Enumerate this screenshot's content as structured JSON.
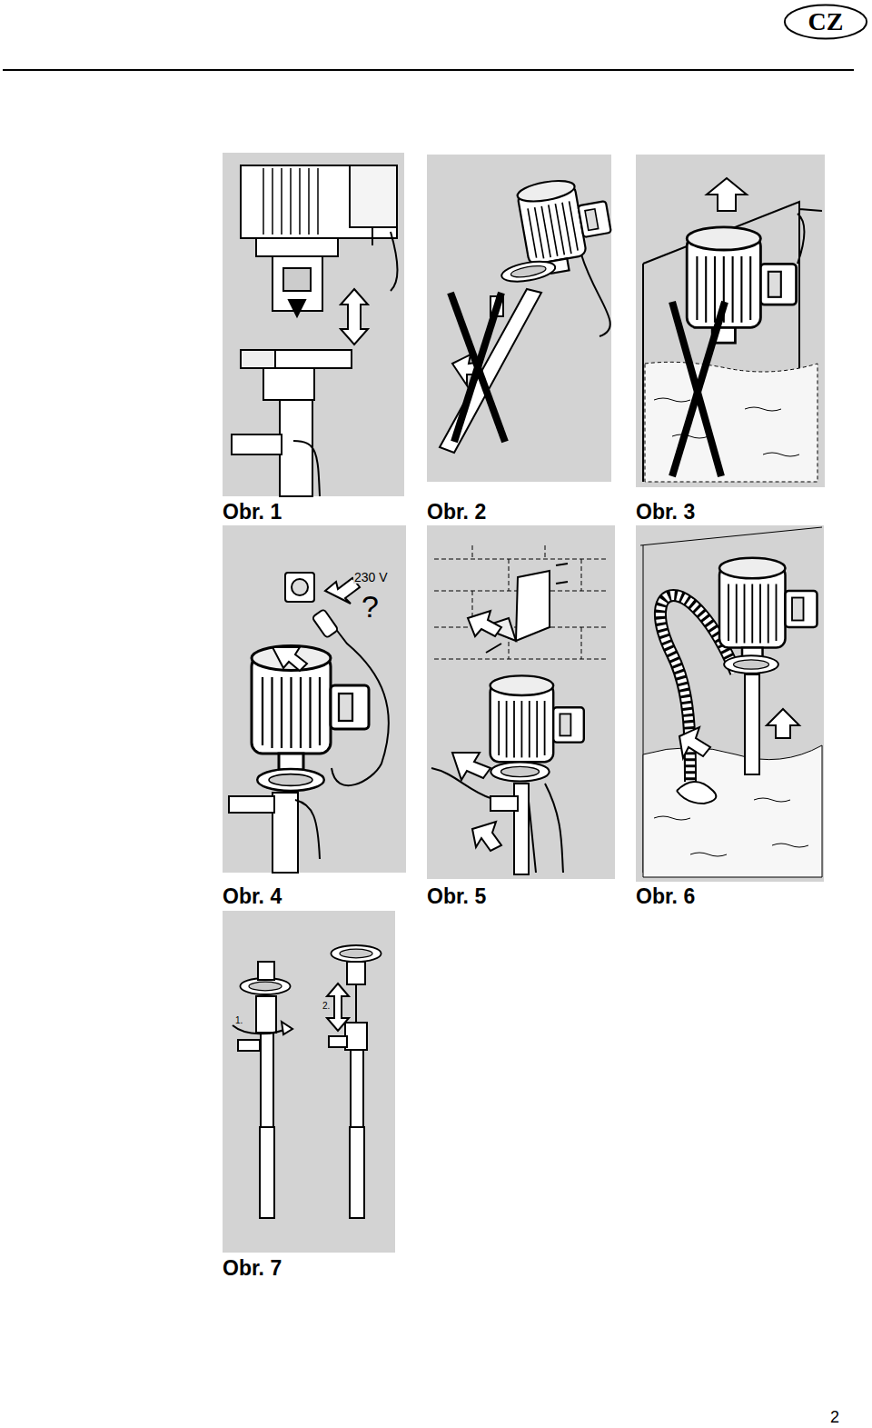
{
  "diagram": {
    "nodes": [
      {
        "text": [
          "CZ"
        ]
      }
    ],
    "labels": [
      "Obr. 1",
      "Obr. 2",
      "Obr. 3",
      "Obr. 4",
      "Obr. 5",
      "Obr. 6",
      "Obr. 7",
      "230 V",
      "?",
      "1.",
      "2.",
      "2"
    ]
  }
}
